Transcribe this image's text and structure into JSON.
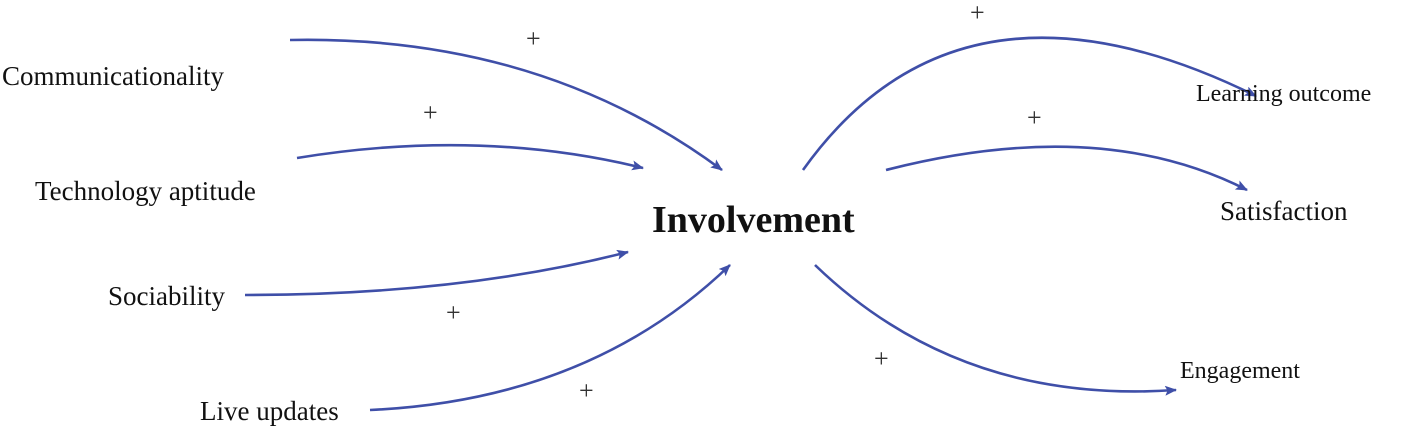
{
  "colors": {
    "arrow": "#3f4fa8",
    "text": "#111111"
  },
  "center_node": "Involvement",
  "inputs": [
    {
      "label": "Communicationality",
      "polarity": "+"
    },
    {
      "label": "Technology aptitude",
      "polarity": "+"
    },
    {
      "label": "Sociability",
      "polarity": "+"
    },
    {
      "label": "Live updates",
      "polarity": "+"
    }
  ],
  "outputs": [
    {
      "label": "Learning outcome",
      "polarity": "+"
    },
    {
      "label": "Satisfaction",
      "polarity": "+"
    },
    {
      "label": "Engagement",
      "polarity": "+"
    }
  ]
}
